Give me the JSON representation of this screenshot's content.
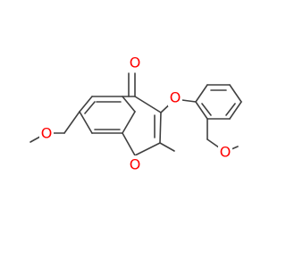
{
  "molecule": {
    "bond_color": "#404040",
    "heteroatom_color": "#ff0000",
    "atoms": {
      "carbonyl_oxygen": "O",
      "ring_oxygen": "O",
      "ether_oxygen": "O",
      "methoxy_oxygen_left": "O",
      "methoxy_oxygen_right": "O"
    }
  }
}
